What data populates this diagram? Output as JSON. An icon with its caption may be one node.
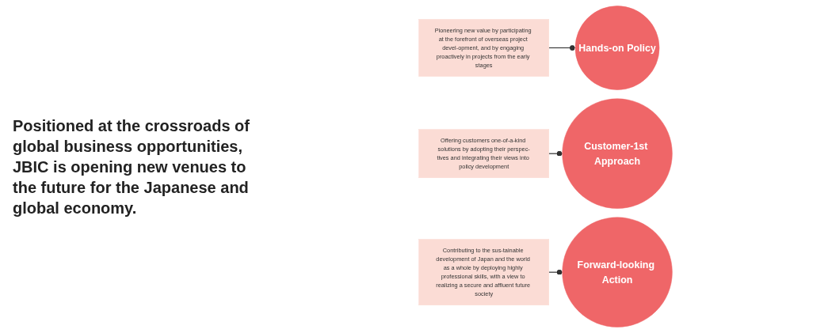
{
  "diagram": {
    "title": "Positioned at the crossroads of global business opportunities, JBIC is opening new venues to the future for the Japanese and global economy.",
    "nodes": [
      {
        "text": [
          "Hands-on Policy"
        ]
      },
      {
        "text": [
          "Pioneering new value by participating at the forefront of overseas project devel-opment, and by engaging proactively in projects from the early stages"
        ]
      },
      {
        "text": [
          "Customer-1st Approach"
        ]
      },
      {
        "text": [
          "Offering customers one-of-a-kind solutions by adopting their perspec-tives and integrating their views into policy development"
        ]
      },
      {
        "text": [
          "Forward-looking Action"
        ]
      },
      {
        "text": [
          "Contributing to the sus-tainable development of Japan and the world as a whole by deploying highly professional skills, with a view to realizing a secure and affluent future society"
        ]
      }
    ],
    "edges": [
      {
        "from": 1,
        "to": 0,
        "arrow": "other"
      },
      {
        "from": 3,
        "to": 2,
        "arrow": "other"
      },
      {
        "from": 5,
        "to": 4,
        "arrow": "other"
      }
    ]
  }
}
